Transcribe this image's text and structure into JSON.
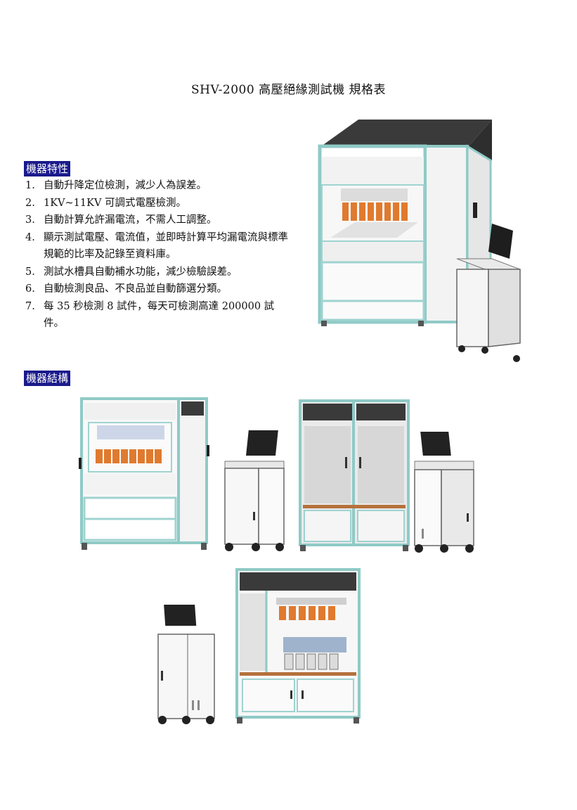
{
  "document": {
    "title": "SHV-2000 高壓絕緣測試機 規格表"
  },
  "features_section": {
    "heading": "機器特性",
    "items": [
      {
        "num": "1.",
        "text": "自動升降定位檢測，減少人為誤差。"
      },
      {
        "num": "2.",
        "text": "1KV~11KV 可調式電壓檢測。"
      },
      {
        "num": "3.",
        "text": "自動計算允許漏電流，不需人工調整。"
      },
      {
        "num": "4.",
        "text": "顯示測試電壓、電流值，並即時計算平均漏電流與標準規範的比率及記錄至資料庫。"
      },
      {
        "num": "5.",
        "text": "測試水槽具自動補水功能，減少檢驗誤差。"
      },
      {
        "num": "6.",
        "text": "自動檢測良品、不良品並自動篩選分類。"
      },
      {
        "num": "7.",
        "text": "每 35 秒檢測 8 試件，每天可檢測高達 200000 試件。"
      }
    ]
  },
  "structure_section": {
    "heading": "機器結構"
  },
  "colors": {
    "frame": "#9fd3d0",
    "panel": "#efefef",
    "dark_top": "#3a3a3a",
    "orange_module": "#e07a2e",
    "heading_bg": "#1a1a8c"
  }
}
